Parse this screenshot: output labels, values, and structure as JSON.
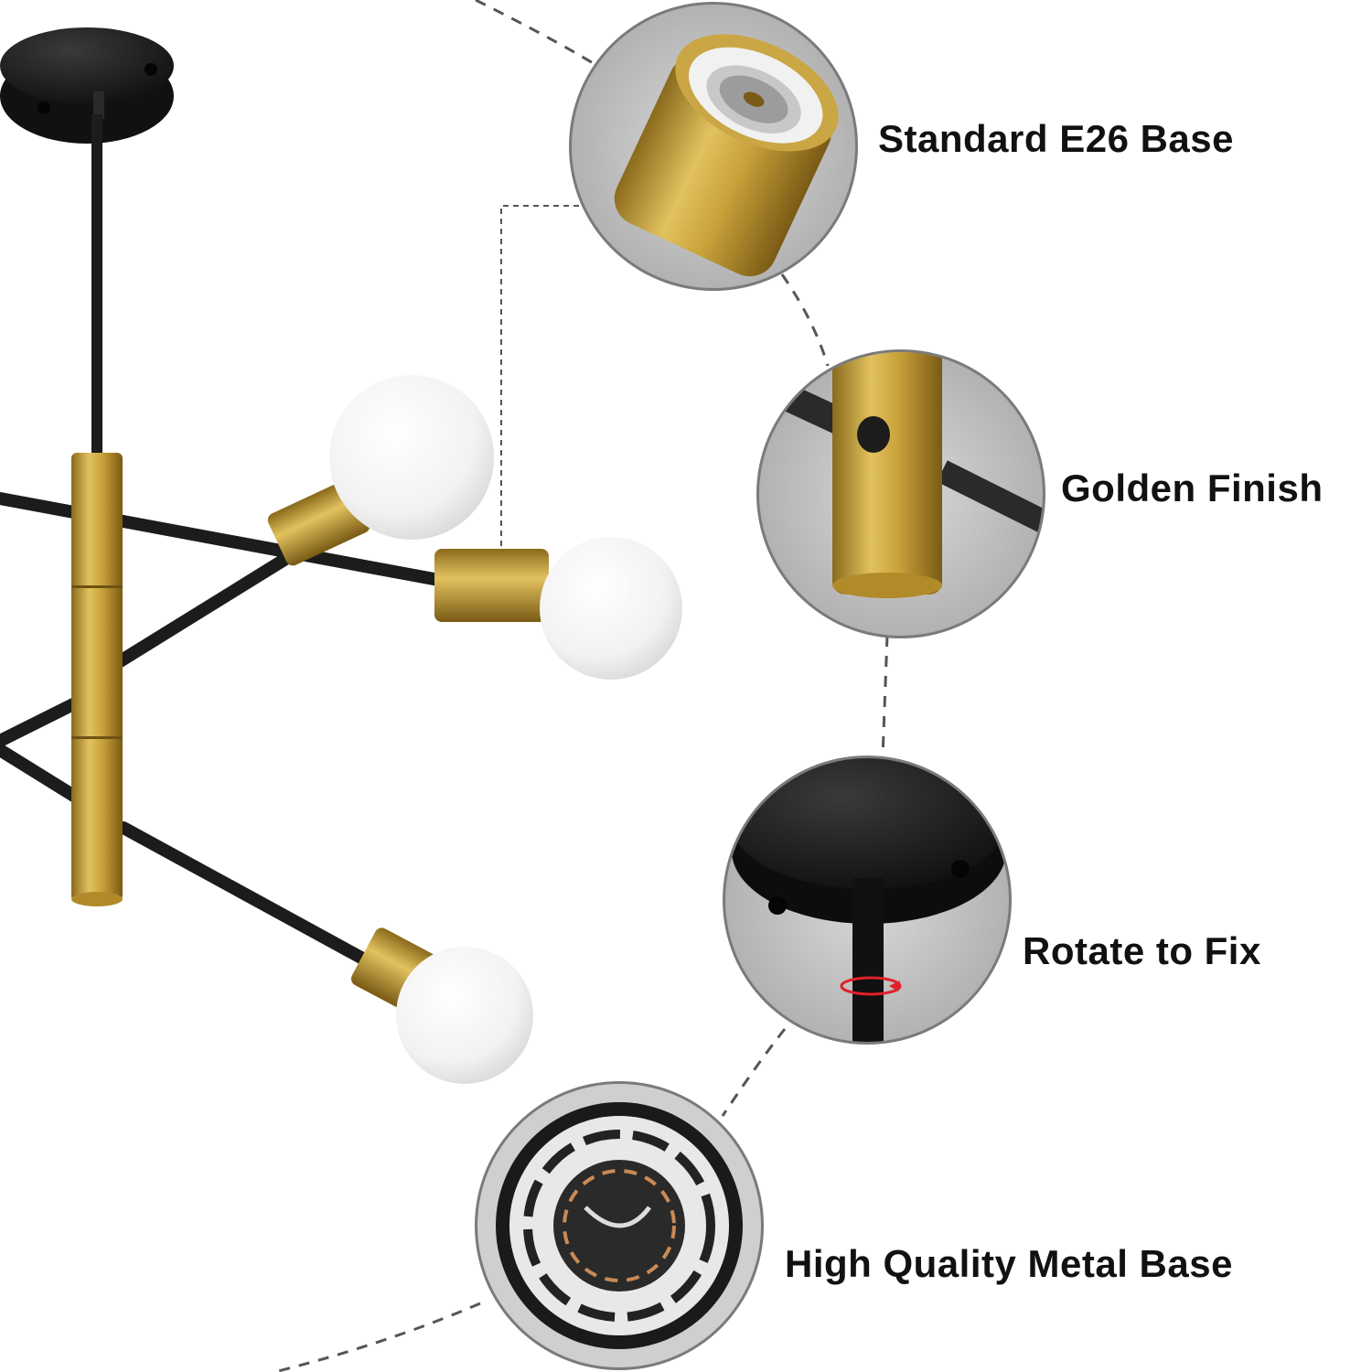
{
  "features": {
    "e26_label": "Standard E26 Base",
    "golden_label": "Golden Finish",
    "rotate_label": "Rotate to Fix",
    "metal_label": "High Quality Metal Base"
  },
  "colors": {
    "gold": "#c9a23a",
    "black_metal": "#1c1c1c",
    "bulb_white": "#f7f7f7",
    "rotate_arrow": "#e0202a",
    "dashed_line": "#555555"
  }
}
